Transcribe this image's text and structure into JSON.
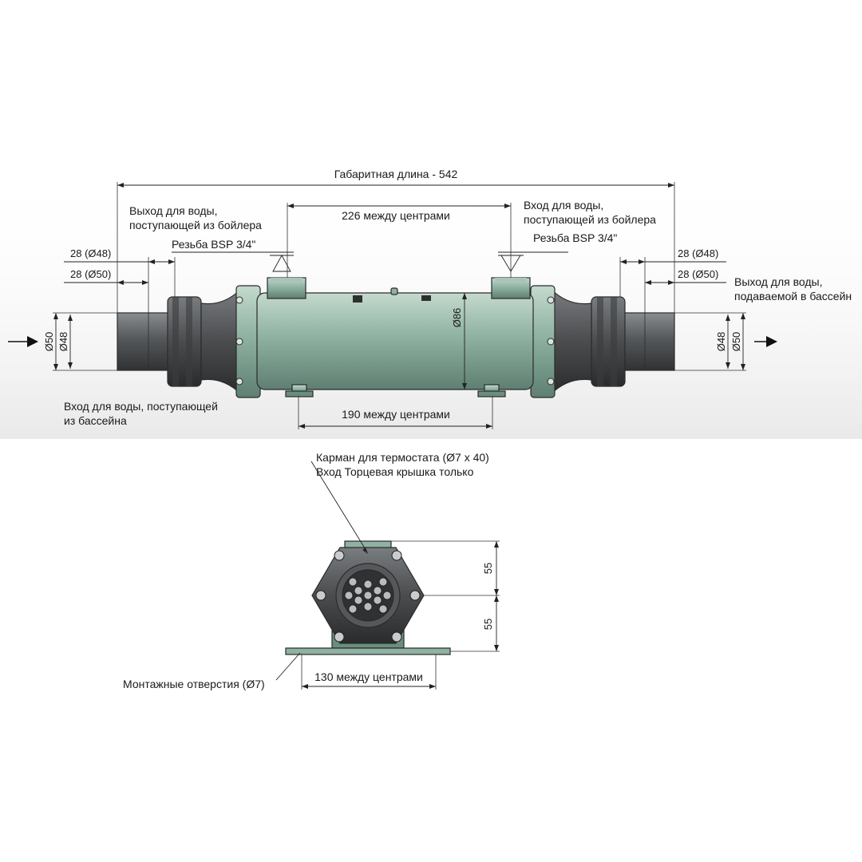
{
  "side_view": {
    "overall_length": "Габаритная длина - 542",
    "outlet_boiler_left": [
      "Выход для воды,",
      "поступающей из бойлера"
    ],
    "inlet_boiler_right": [
      "Вход для воды,",
      "поступающей из бойлера"
    ],
    "thread_left": "Резьба BSP 3/4\"",
    "thread_right": "Резьба BSP 3/4\"",
    "centers_top": "226 между центрами",
    "centers_bottom": "190 между центрами",
    "left_len_48": "28 (Ø48)",
    "left_len_50": "28 (Ø50)",
    "right_len_48": "28 (Ø48)",
    "right_len_50": "28 (Ø50)",
    "left_dia_50": "Ø50",
    "left_dia_48": "Ø48",
    "right_dia_48": "Ø48",
    "right_dia_50": "Ø50",
    "body_dia": "Ø86",
    "outlet_pool": [
      "Выход для воды,",
      "подаваемой в бассейн"
    ],
    "inlet_pool": [
      "Вход для воды, поступающей",
      "из бассейна"
    ]
  },
  "end_view": {
    "thermostat_pocket": [
      "Карман для термостата (Ø7 x 40)",
      "Вход Торцевая крышка только"
    ],
    "height_top": "55",
    "height_bottom": "55",
    "mounting_holes": "Монтажные отверстия (Ø7)",
    "mount_centers": "130 между центрами"
  },
  "colors": {
    "body_green": "#8fb2a2",
    "dark_grey": "#4a4c4e",
    "pipe_grey": "#5a5d60",
    "line": "#222222"
  }
}
